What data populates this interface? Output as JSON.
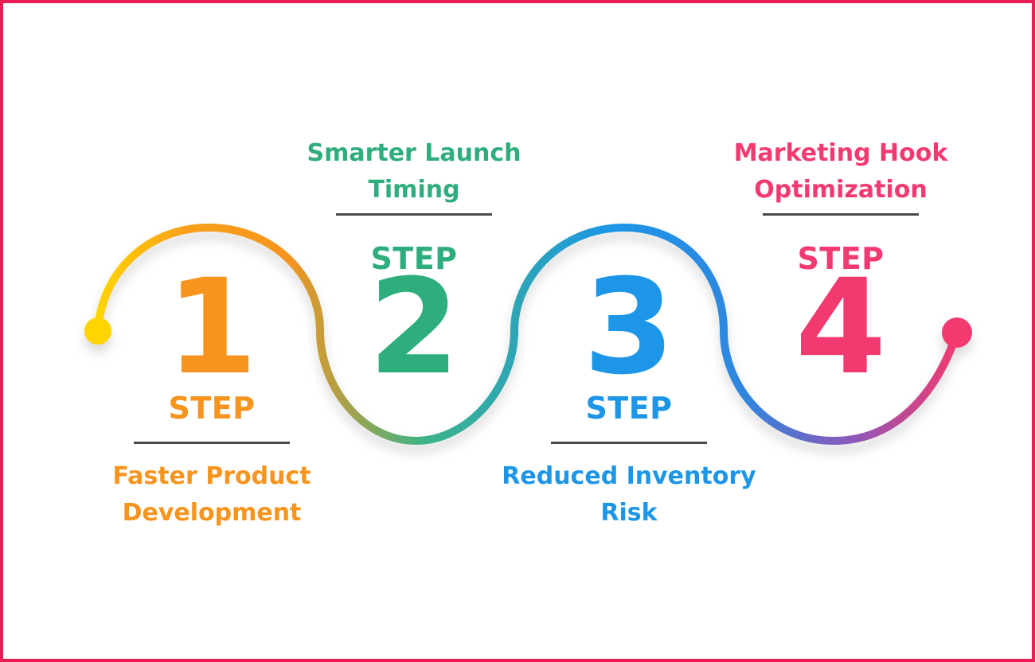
{
  "frame": {
    "border_color": "#EA1D52",
    "background_color": "#FFFFFF"
  },
  "curve": {
    "stroke_width": 10,
    "start_dot_color": "#FFD400",
    "end_dot_color": "#F23A70",
    "gradient": [
      {
        "offset": "0%",
        "color": "#FFD400"
      },
      {
        "offset": "10%",
        "color": "#F9A11B"
      },
      {
        "offset": "22%",
        "color": "#F7941D"
      },
      {
        "offset": "38%",
        "color": "#3CB487"
      },
      {
        "offset": "60%",
        "color": "#1D96E8"
      },
      {
        "offset": "75%",
        "color": "#2F86DE"
      },
      {
        "offset": "88%",
        "color": "#8F58B8"
      },
      {
        "offset": "100%",
        "color": "#F23A70"
      }
    ]
  },
  "steps": [
    {
      "number": "1",
      "step_label": "STEP",
      "title": "Faster Product Development",
      "color": "#F7941D",
      "label_position": "below"
    },
    {
      "number": "2",
      "step_label": "STEP",
      "title": "Smarter Launch Timing",
      "color": "#2FAE7D",
      "label_position": "above"
    },
    {
      "number": "3",
      "step_label": "STEP",
      "title": "Reduced Inventory Risk",
      "color": "#1D96E8",
      "label_position": "below"
    },
    {
      "number": "4",
      "step_label": "STEP",
      "title": "Marketing Hook Optimization",
      "color": "#F23A70",
      "label_position": "above"
    }
  ]
}
